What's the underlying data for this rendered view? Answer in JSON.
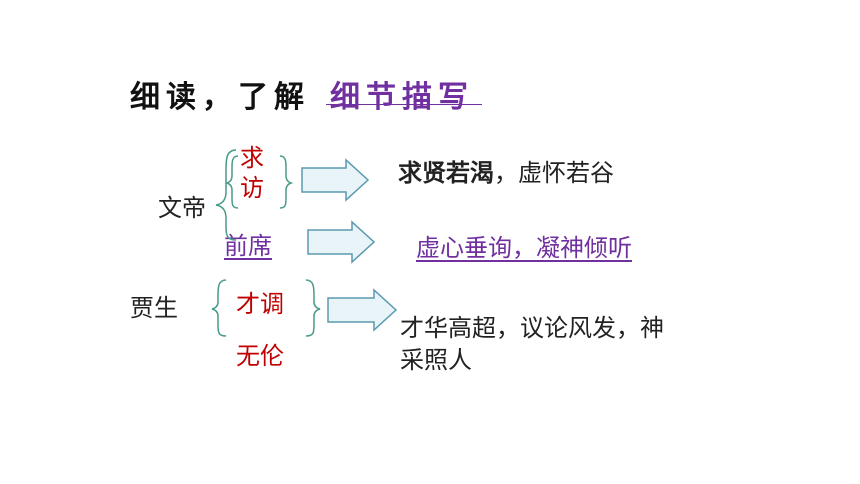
{
  "title": {
    "prefix": "细读，了解",
    "accent": "细节描写"
  },
  "emperor": {
    "name": "文帝",
    "item1": {
      "line1": "求",
      "line2": "访"
    },
    "item2": "前席",
    "desc1": {
      "bold": "求贤若渴",
      "rest": "，虚怀若谷"
    },
    "desc2": "虚心垂询，凝神倾听"
  },
  "jiasheng": {
    "name": "贾生",
    "item1": "才调",
    "item2": "无伦",
    "desc": {
      "line1": "才华高超，议论风发，神",
      "line2": "采照人"
    }
  },
  "colors": {
    "accent_purple": "#7030a0",
    "accent_red": "#c00000",
    "bracket_green": "#4a9a8a",
    "arrow_fill": "#e8f4f8",
    "arrow_stroke": "#5a9ab0"
  },
  "icons": [
    "left-brace-icon",
    "right-brace-icon",
    "right-arrow-icon"
  ]
}
